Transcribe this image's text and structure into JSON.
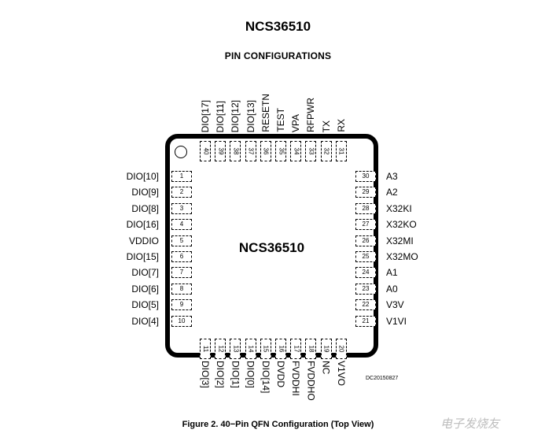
{
  "title": "NCS36510",
  "subtitle": "PIN CONFIGURATIONS",
  "center_label": "NCS36510",
  "datecode": "DC20150827",
  "caption": "Figure 2. 40−Pin QFN Configuration (Top View)",
  "watermark": "电子发烧友",
  "pins_left": [
    {
      "num": "1",
      "label": "DIO[10]"
    },
    {
      "num": "2",
      "label": "DIO[9]"
    },
    {
      "num": "3",
      "label": "DIO[8]"
    },
    {
      "num": "4",
      "label": "DIO[16]"
    },
    {
      "num": "5",
      "label": "VDDIO"
    },
    {
      "num": "6",
      "label": "DIO[15]"
    },
    {
      "num": "7",
      "label": "DIO[7]"
    },
    {
      "num": "8",
      "label": "DIO[6]"
    },
    {
      "num": "9",
      "label": "DIO[5]"
    },
    {
      "num": "10",
      "label": "DIO[4]"
    }
  ],
  "pins_bottom": [
    {
      "num": "11",
      "label": "DIO[3]"
    },
    {
      "num": "12",
      "label": "DIO[2]"
    },
    {
      "num": "13",
      "label": "DIO[1]"
    },
    {
      "num": "14",
      "label": "DIO[0]"
    },
    {
      "num": "15",
      "label": "DIO[14]"
    },
    {
      "num": "16",
      "label": "DVDD"
    },
    {
      "num": "17",
      "label": "FVDDHI"
    },
    {
      "num": "18",
      "label": "FVDDHO"
    },
    {
      "num": "19",
      "label": "NC"
    },
    {
      "num": "20",
      "label": "V1VO"
    }
  ],
  "pins_right": [
    {
      "num": "30",
      "label": "A3"
    },
    {
      "num": "29",
      "label": "A2"
    },
    {
      "num": "28",
      "label": "X32KI"
    },
    {
      "num": "27",
      "label": "X32KO"
    },
    {
      "num": "26",
      "label": "X32MI"
    },
    {
      "num": "25",
      "label": "X32MO"
    },
    {
      "num": "24",
      "label": "A1"
    },
    {
      "num": "23",
      "label": "A0"
    },
    {
      "num": "22",
      "label": "V3V"
    },
    {
      "num": "21",
      "label": "V1VI"
    }
  ],
  "pins_top": [
    {
      "num": "40",
      "label": "DIO[17]"
    },
    {
      "num": "39",
      "label": "DIO[11]"
    },
    {
      "num": "38",
      "label": "DIO[12]"
    },
    {
      "num": "37",
      "label": "DIO[13]"
    },
    {
      "num": "36",
      "label": "RESETN"
    },
    {
      "num": "35",
      "label": "TEST"
    },
    {
      "num": "34",
      "label": "VPA"
    },
    {
      "num": "33",
      "label": "RFPWR"
    },
    {
      "num": "32",
      "label": "TX"
    },
    {
      "num": "31",
      "label": "RX"
    }
  ]
}
